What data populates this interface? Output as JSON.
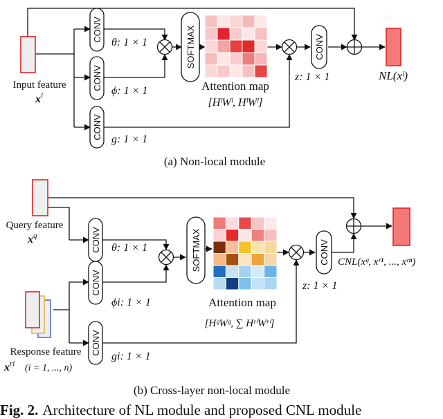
{
  "colors": {
    "feature_border": "#e02424",
    "feature_fill": "#efefef",
    "output_fill": "#f47a7a",
    "line": "#111111",
    "response_blue": "#5b6cc9",
    "response_yellow": "#e9b24a"
  },
  "icons": {
    "multiply": "multiply-icon",
    "add": "add-icon"
  },
  "panel_a": {
    "input_label": "Input feature",
    "input_var": "x",
    "input_sup": "l",
    "conv_labels": [
      "CONV",
      "CONV",
      "CONV",
      "CONV"
    ],
    "softmax_label": "SOFTMAX",
    "theta_label": "θ: 1 × 1",
    "phi_label": "ϕ: 1 × 1",
    "g_label": "g: 1 × 1",
    "z_label": "z: 1 × 1",
    "attention_title": "Attention map",
    "attention_dims": "[HˡWˡ, HˡWˡ]",
    "output_label": "NL(xˡ)",
    "attention_grid": [
      [
        "#f6c3c3",
        "#fde6e6",
        "#fbd4d4",
        "#f5b9b9",
        "#fde8e8"
      ],
      [
        "#f7c6c6",
        "#e3232f",
        "#f9cccc",
        "#fde6e6",
        "#f7c0c0"
      ],
      [
        "#fbd6d6",
        "#f2a3a3",
        "#e84040",
        "#e12a2a",
        "#fbd8d8"
      ],
      [
        "#f6bdbd",
        "#fde6e6",
        "#f8cccc",
        "#ee7d7d",
        "#f5b7b7"
      ],
      [
        "#fbd9d9",
        "#f8c7c7",
        "#fde6e6",
        "#f6c0c0",
        "#e64545"
      ]
    ],
    "caption": "(a) Non-local module"
  },
  "panel_b": {
    "query_label": "Query feature",
    "query_var": "x",
    "query_sup": "q",
    "response_label": "Response feature",
    "response_var": "x",
    "response_sup": "ri",
    "response_range": "(i = 1, ..., n)",
    "conv_labels": [
      "CONV",
      "CONV",
      "CONV",
      "CONV"
    ],
    "softmax_label": "SOFTMAX",
    "theta_label": "θ: 1 × 1",
    "phi_label": "ϕi: 1 × 1",
    "g_label": "gi: 1 × 1",
    "z_label": "z: 1 × 1",
    "attention_title": "Attention map",
    "attention_dims": "[HᵍWᵍ, ∑ HʳⁱWʳⁱ]",
    "output_label": "CNL(xᵍ, xʳ¹, ..., xʳⁿ)",
    "attention_grid": [
      [
        "#f07a7a",
        "#fcdcdc",
        "#e84a4a",
        "#f9c6c6",
        "#fde8e8"
      ],
      [
        "#fbd2d2",
        "#e42a2a",
        "#fde6e6",
        "#ef8080",
        "#f7bebe"
      ],
      [
        "#7a2f0c",
        "#f7c09a",
        "#f4c22b",
        "#fbe3b0",
        "#f9d79a"
      ],
      [
        "#f7b98a",
        "#a8500f",
        "#fde3c2",
        "#f0a43c",
        "#f7d7a7"
      ],
      [
        "#1f6fc0",
        "#c7e2f5",
        "#a7d0ef",
        "#d4eaf8",
        "#6eb3e8"
      ],
      [
        "#b7dcf3",
        "#123e86",
        "#7ec0ec",
        "#c2e2f7",
        "#a9d5f0"
      ]
    ],
    "caption": "(b) Cross-layer non-local module"
  },
  "figure_caption": {
    "prefix": "Fig. 2.",
    "text": "Architecture of NL module and proposed CNL module"
  }
}
